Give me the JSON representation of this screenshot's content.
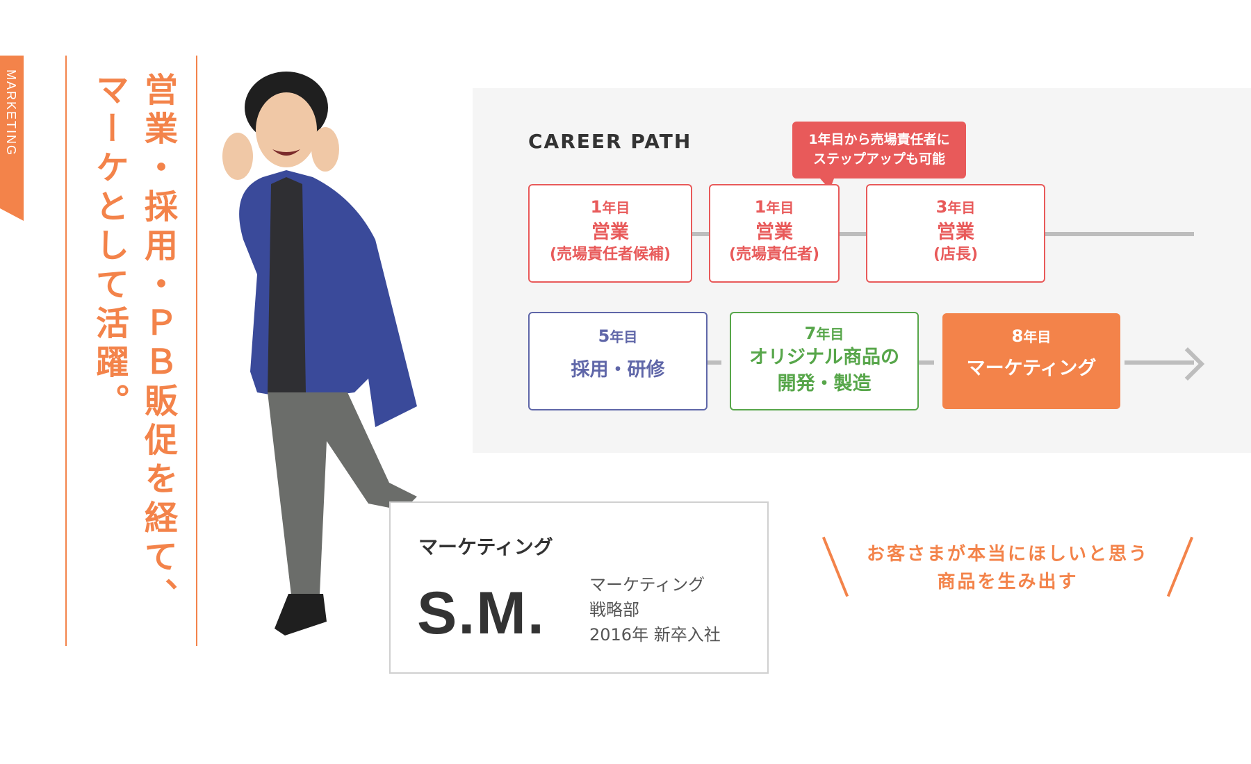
{
  "side_tab": {
    "label": "MARKETING"
  },
  "headline": "営業・採用・ＰＢ販促を経て、\nマーケとして活躍。",
  "career": {
    "title": "CAREER PATH",
    "callout": "1年目から売場責任者に\nステップアップも可能",
    "steps_row1": [
      {
        "year_num": "1",
        "year_suffix": "年目",
        "role": "営業",
        "sub": "(売場責任者候補)"
      },
      {
        "year_num": "1",
        "year_suffix": "年目",
        "role": "営業",
        "sub": "(売場責任者)"
      },
      {
        "year_num": "3",
        "year_suffix": "年目",
        "role": "営業",
        "sub": "(店長)"
      }
    ],
    "steps_row2": [
      {
        "year_num": "5",
        "year_suffix": "年目",
        "role": "採用・研修"
      },
      {
        "year_num": "7",
        "year_suffix": "年目",
        "role": "オリジナル商品の\n開発・製造"
      },
      {
        "year_num": "8",
        "year_suffix": "年目",
        "role": "マーケティング"
      }
    ]
  },
  "profile": {
    "department": "マーケティング",
    "name": "S.M.",
    "meta_line1": "マーケティング",
    "meta_line2": "戦略部",
    "meta_line3": "2016年 新卒入社"
  },
  "quote": {
    "line1": "お客さまが本当にほしいと思う",
    "line2": "商品を生み出す"
  },
  "colors": {
    "accent": "#f3834a",
    "red": "#e85a5a",
    "blue": "#5f66a8",
    "green": "#57a64a",
    "panel_bg": "#f5f5f5"
  }
}
